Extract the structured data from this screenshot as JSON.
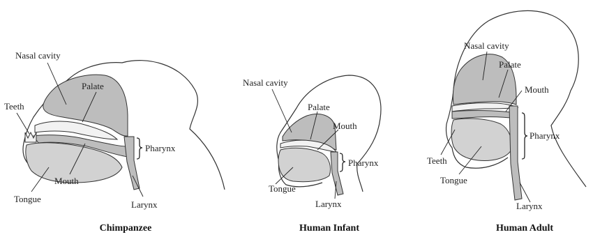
{
  "panels": [
    {
      "title": "Chimpanzee",
      "labels": {
        "nasal_cavity": "Nasal cavity",
        "teeth": "Teeth",
        "palate": "Palate",
        "pharynx": "Pharynx",
        "mouth": "Mouth",
        "tongue": "Tongue",
        "larynx": "Larynx"
      }
    },
    {
      "title": "Human Infant",
      "labels": {
        "nasal_cavity": "Nasal cavity",
        "palate": "Palate",
        "mouth": "Mouth",
        "pharynx": "Pharynx",
        "tongue": "Tongue",
        "larynx": "Larynx"
      }
    },
    {
      "title": "Human Adult",
      "labels": {
        "nasal_cavity": "Nasal cavity",
        "palate": "Palate",
        "mouth": "Mouth",
        "pharynx": "Pharynx",
        "teeth": "Teeth",
        "tongue": "Tongue",
        "larynx": "Larynx"
      }
    }
  ]
}
